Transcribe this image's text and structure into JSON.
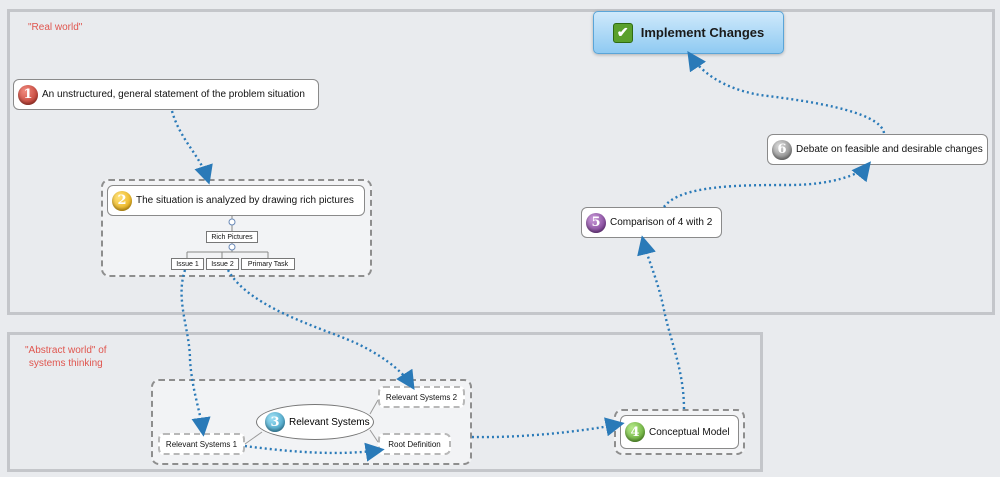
{
  "regions": {
    "real_world_label": "\"Real world\"",
    "abstract_world_label_line1": "\"Abstract world\" of",
    "abstract_world_label_line2": "systems thinking"
  },
  "nodes": {
    "n1": {
      "badge": "1",
      "label": "An unstructured, general statement of the problem situation"
    },
    "n2": {
      "badge": "2",
      "label": "The situation is analyzed by drawing rich pictures"
    },
    "n3": {
      "badge": "3",
      "label": "Relevant Systems"
    },
    "n4": {
      "badge": "4",
      "label": "Conceptual Model"
    },
    "n5": {
      "badge": "5",
      "label": "Comparison of 4 with 2"
    },
    "n6": {
      "badge": "6",
      "label": "Debate on feasible and desirable changes"
    },
    "implement": {
      "label": "Implement Changes",
      "check": "✔"
    }
  },
  "rich_pictures": {
    "label": "Rich Pictures",
    "children": [
      "Issue 1",
      "Issue 2",
      "Primary Task"
    ]
  },
  "relevant_systems": {
    "rs1": "Relevant Systems 1",
    "rs2": "Relevant Systems 2",
    "root": "Root Definition"
  },
  "colors": {
    "arrow": "#2a7ab8",
    "region_label": "#e0564f"
  }
}
